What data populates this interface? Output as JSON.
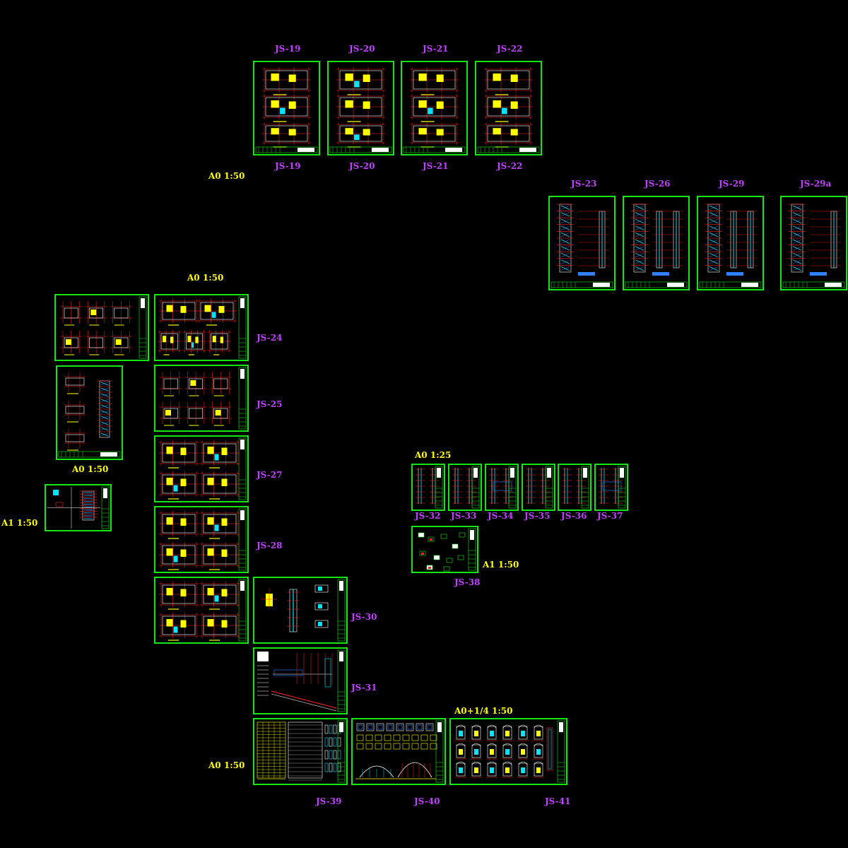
{
  "colors": {
    "background": "#000000",
    "sheet_border": "#14e614",
    "drawing_code": "#c040ff",
    "scale_note": "#ffff00",
    "grid_red": "#ff2020",
    "fill_yellow": "#ffff00",
    "fill_cyan": "#00e5ff",
    "line_white": "#ffffff",
    "line_blue": "#3080ff"
  },
  "scale_notes": {
    "a0_top": "A0  1:50",
    "a0_left": "A0  1:50",
    "a0_left_mid": "A0  1:50",
    "a1_left": "A1  1:50",
    "a0_detail": "A0  1:25",
    "a1_detail": "A1  1:50",
    "a0_bottom": "A0  1:50",
    "a0_quarter": "A0+1/4   1:50"
  },
  "codes": {
    "js19": "JS-19",
    "js20": "JS-20",
    "js21": "JS-21",
    "js22": "JS-22",
    "js23": "JS-23",
    "js24": "JS-24",
    "js25": "JS-25",
    "js26": "JS-26",
    "js27": "JS-27",
    "js28": "JS-28",
    "js29": "JS-29",
    "js29a": "JS-29a",
    "js30": "JS-30",
    "js31": "JS-31",
    "js32": "JS-32",
    "js33": "JS-33",
    "js34": "JS-34",
    "js35": "JS-35",
    "js36": "JS-36",
    "js37": "JS-37",
    "js38": "JS-38",
    "js39": "JS-39",
    "js40": "JS-40",
    "js41": "JS-41"
  },
  "sheets": [
    {
      "name": "sheet-js-19",
      "style": "plan3"
    },
    {
      "name": "sheet-js-20",
      "style": "plan3"
    },
    {
      "name": "sheet-js-21",
      "style": "plan3"
    },
    {
      "name": "sheet-js-22",
      "style": "plan3"
    },
    {
      "name": "sheet-js-23",
      "style": "stair"
    },
    {
      "name": "sheet-js-26",
      "style": "stair"
    },
    {
      "name": "sheet-js-29",
      "style": "stair"
    },
    {
      "name": "sheet-js-29a",
      "style": "stair"
    },
    {
      "name": "sheet-left-a",
      "style": "plan6"
    },
    {
      "name": "sheet-js-24",
      "style": "plan5"
    },
    {
      "name": "sheet-left-b",
      "style": "planstair"
    },
    {
      "name": "sheet-js-25",
      "style": "plan6"
    },
    {
      "name": "sheet-js-27",
      "style": "plan4"
    },
    {
      "name": "sheet-a1-small",
      "style": "smallstair"
    },
    {
      "name": "sheet-js-28",
      "style": "plan4"
    },
    {
      "name": "sheet-js-29b",
      "style": "plan4"
    },
    {
      "name": "sheet-js-30",
      "style": "detail"
    },
    {
      "name": "sheet-js-31",
      "style": "section"
    },
    {
      "name": "sheet-js-32",
      "style": "vstrip"
    },
    {
      "name": "sheet-js-33",
      "style": "vstrip"
    },
    {
      "name": "sheet-js-34",
      "style": "vstrip"
    },
    {
      "name": "sheet-js-35",
      "style": "vstrip"
    },
    {
      "name": "sheet-js-36",
      "style": "vstrip"
    },
    {
      "name": "sheet-js-37",
      "style": "vstrip"
    },
    {
      "name": "sheet-js-38",
      "style": "details"
    },
    {
      "name": "sheet-js-39",
      "style": "table"
    },
    {
      "name": "sheet-js-40",
      "style": "elev"
    },
    {
      "name": "sheet-js-41",
      "style": "windows"
    }
  ]
}
